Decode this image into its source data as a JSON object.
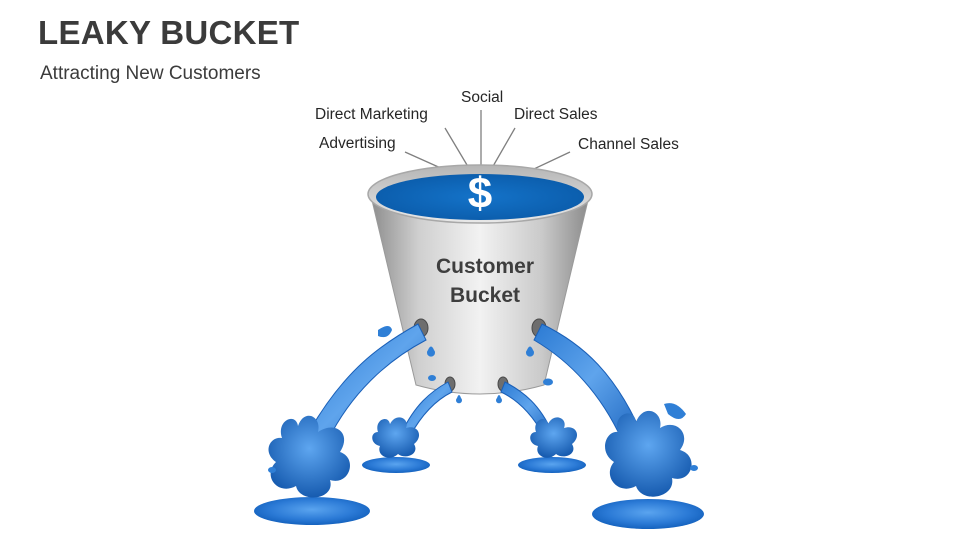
{
  "slide": {
    "title": "LEAKY BUCKET",
    "subtitle": "Attracting New Customers"
  },
  "channels": [
    "Social",
    "Direct Marketing",
    "Direct Sales",
    "Advertising",
    "Channel Sales"
  ],
  "bucket": {
    "label_line1": "Customer",
    "label_line2": "Bucket",
    "symbol": "$"
  },
  "colors": {
    "water_dark": "#0a5fb4",
    "water_mid": "#2f7fd6",
    "water_light": "#7db9f0",
    "bucket_light": "#e6e6e6",
    "bucket_dark": "#8a8a8a",
    "text": "#3b3b3b"
  }
}
